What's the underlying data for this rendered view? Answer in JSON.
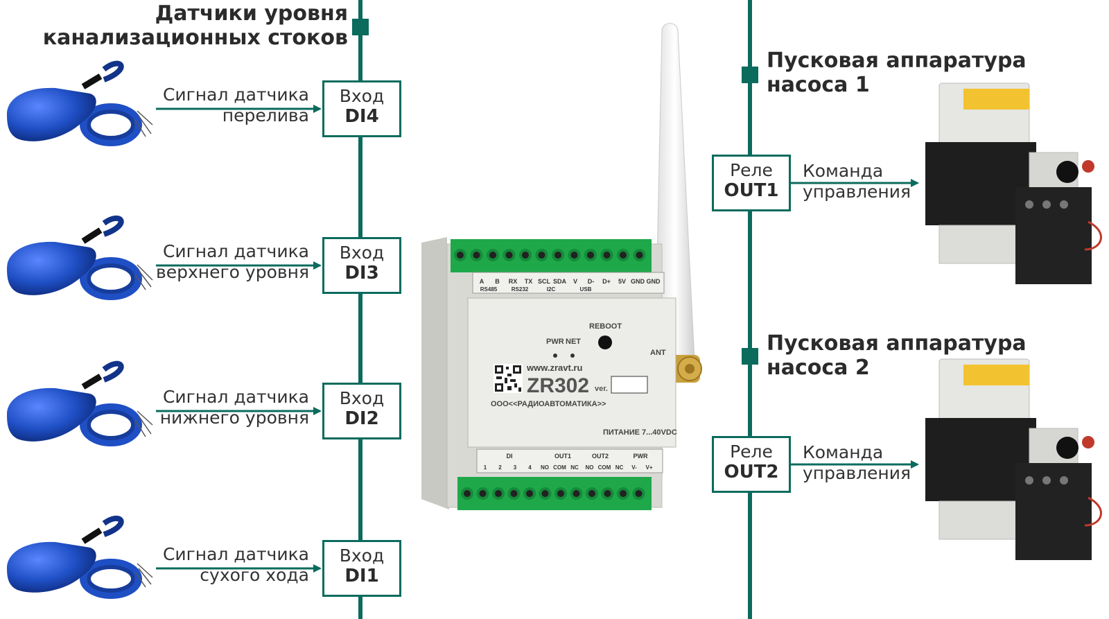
{
  "colors": {
    "line": "#0b6b5d",
    "sensor": "#1f4fc4",
    "device": "#dcdcd6",
    "terminal": "#1fa84a"
  },
  "sensors_heading": {
    "line1": "Датчики уровня",
    "line2": "канализационных стоков"
  },
  "pump1_heading": {
    "line1": "Пусковая аппаратура",
    "line2": "насоса 1"
  },
  "pump2_heading": {
    "line1": "Пусковая аппаратура",
    "line2": "насоса 2"
  },
  "inputs": [
    {
      "signal_line1": "Сигнал датчика",
      "signal_line2": "перелива",
      "box_line1": "Вход",
      "box_line2": "DI4"
    },
    {
      "signal_line1": "Сигнал датчика",
      "signal_line2": "верхнего уровня",
      "box_line1": "Вход",
      "box_line2": "DI3"
    },
    {
      "signal_line1": "Сигнал датчика",
      "signal_line2": "нижнего уровня",
      "box_line1": "Вход",
      "box_line2": "DI2"
    },
    {
      "signal_line1": "Сигнал датчика",
      "signal_line2": "сухого хода",
      "box_line1": "Вход",
      "box_line2": "DI1"
    }
  ],
  "outputs": [
    {
      "box_line1": "Реле",
      "box_line2": "OUT1",
      "cmd_line1": "Команда",
      "cmd_line2": "управления"
    },
    {
      "box_line1": "Реле",
      "box_line2": "OUT2",
      "cmd_line1": "Команда",
      "cmd_line2": "управления"
    }
  ],
  "device": {
    "model": "ZR302",
    "url": "www.zravt.ru",
    "company": "ООО<<РАДИОАВТОМАТИКА>>",
    "ver_label": "ver.",
    "power": "ПИТАНИЕ 7...40VDC",
    "reboot": "REBOOT",
    "pwr": "PWR",
    "net": "NET",
    "ant": "ANT",
    "top_labels": [
      "A",
      "B",
      "RX",
      "TX",
      "SCL",
      "SDA",
      "V",
      "D-",
      "D+",
      "5V",
      "GND",
      "GND"
    ],
    "top_groups": [
      "RS485",
      "RS232",
      "I2C",
      "USB"
    ],
    "bottom_labels": [
      "1",
      "2",
      "3",
      "4",
      "NO",
      "COM",
      "NC",
      "NO",
      "COM",
      "NC",
      "V-",
      "V+"
    ],
    "bottom_groups": [
      "DI",
      "OUT1",
      "OUT2",
      "PWR"
    ]
  }
}
